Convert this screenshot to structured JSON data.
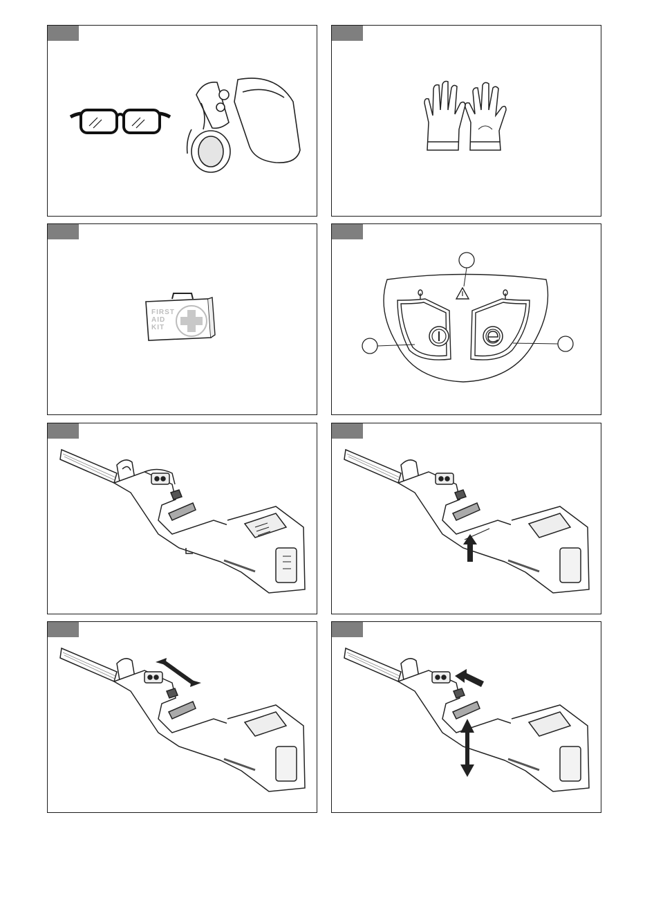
{
  "panels": [
    {
      "name": "eye-ear-protection",
      "illustration": [
        "safety-glasses-icon",
        "visor-earmuff-helmet-icon"
      ]
    },
    {
      "name": "gloves",
      "illustration": [
        "gloves-icon"
      ]
    },
    {
      "name": "first-aid",
      "illustration": [
        "first-aid-kit-icon"
      ],
      "kit_label": [
        "FIRST",
        "AID",
        "KIT"
      ]
    },
    {
      "name": "control-panel",
      "illustration": [
        "control-panel-icon",
        "warning-triangle-icon",
        "power-button-icon",
        "e-button-icon"
      ]
    },
    {
      "name": "handle-view",
      "illustration": [
        "tool-handle-icon"
      ]
    },
    {
      "name": "trigger-press",
      "illustration": [
        "tool-handle-icon",
        "arrow-up-icon"
      ]
    },
    {
      "name": "lock-slide",
      "illustration": [
        "tool-handle-icon",
        "double-arrow-icon"
      ]
    },
    {
      "name": "lock-and-trigger",
      "illustration": [
        "tool-handle-icon",
        "arrow-left-icon",
        "double-arrow-vertical-icon"
      ]
    }
  ],
  "colors": {
    "border": "#1a1a1a",
    "tag": "#7f7f7f",
    "line": "#222222",
    "shade": "#9a9a9a"
  }
}
